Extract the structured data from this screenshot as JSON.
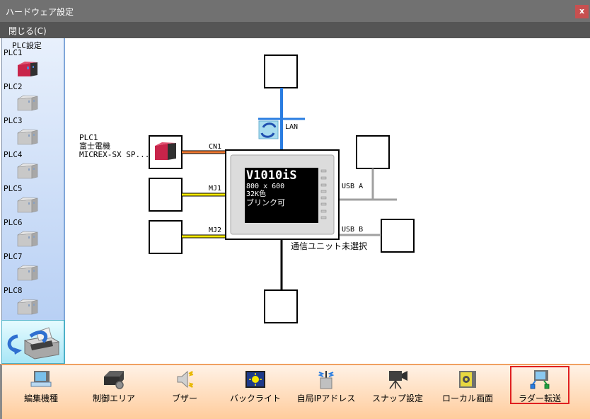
{
  "window": {
    "title": "ハードウェア設定",
    "close_label": "x"
  },
  "menu": {
    "close_label": "閉じる(C)"
  },
  "sidebar": {
    "heading": "PLC設定",
    "items": [
      {
        "label": "PLC1",
        "icon": "plc-red-icon",
        "configured": true
      },
      {
        "label": "PLC2",
        "icon": "plc-gray-icon",
        "configured": false
      },
      {
        "label": "PLC3",
        "icon": "plc-gray-icon",
        "configured": false
      },
      {
        "label": "PLC4",
        "icon": "plc-gray-icon",
        "configured": false
      },
      {
        "label": "PLC5",
        "icon": "plc-gray-icon",
        "configured": false
      },
      {
        "label": "PLC6",
        "icon": "plc-gray-icon",
        "configured": false
      },
      {
        "label": "PLC7",
        "icon": "plc-gray-icon",
        "configured": false
      },
      {
        "label": "PLC8",
        "icon": "plc-gray-icon",
        "configured": false
      }
    ],
    "transfer_icon": "printer-transfer-icon"
  },
  "diagram": {
    "device": {
      "model": "V1010iS",
      "resolution": "800 x 600",
      "colors": "32K色",
      "blink": "ブリンク可"
    },
    "plc_info": {
      "line1": "PLC1",
      "line2": "富士電機",
      "line3": "MICREX-SX SP..."
    },
    "ports": {
      "cn1": "CN1",
      "mj1": "MJ1",
      "mj2": "MJ2",
      "lan": "LAN",
      "usb_a": "USB A",
      "usb_b": "USB B"
    },
    "comm_unit_status": "通信ユニット未選択",
    "colors": {
      "cn1_line": "#f07830",
      "mj_line": "#f8e800",
      "lan_line": "#2a7de1",
      "usb_line": "#a0a0a0",
      "bottom_line": "#000000"
    }
  },
  "toolbar": {
    "items": [
      {
        "label": "編集機種",
        "icon": "edit-model-icon"
      },
      {
        "label": "制御エリア",
        "icon": "control-area-icon"
      },
      {
        "label": "ブザー",
        "icon": "buzzer-icon"
      },
      {
        "label": "バックライト",
        "icon": "backlight-icon"
      },
      {
        "label": "自局IPアドレス",
        "icon": "local-ip-icon"
      },
      {
        "label": "スナップ設定",
        "icon": "snap-setting-icon"
      },
      {
        "label": "ローカル画面",
        "icon": "local-screen-icon"
      },
      {
        "label": "ラダー転送",
        "icon": "ladder-transfer-icon",
        "selected": true
      }
    ]
  }
}
